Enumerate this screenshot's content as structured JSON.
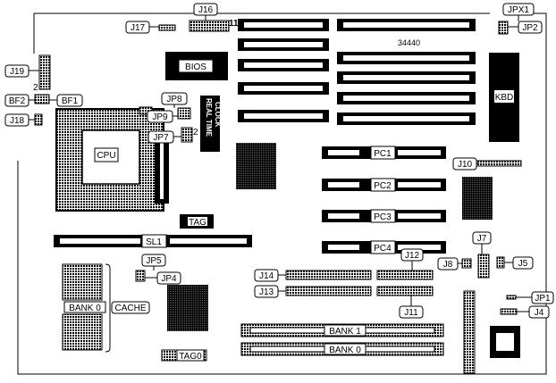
{
  "board_number": "34440",
  "pin_marker_j16": "11",
  "pin_marker_jp7": "2",
  "pin_marker_j19": "2",
  "chips": {
    "bios": "BIOS",
    "kbd": "KBD",
    "cpu": "CPU",
    "tag": "TAG",
    "tag0": "TAG0",
    "rtc_line1": "REAL TIME",
    "rtc_line2": "CLOCK"
  },
  "slots": {
    "pc1": "PC1",
    "pc2": "PC2",
    "pc3": "PC3",
    "pc4": "PC4",
    "sl1": "SL1",
    "bank1": "BANK 1",
    "bank0": "BANK 0"
  },
  "callouts": {
    "j16": "J16",
    "jpx1": "JPX1",
    "jp2": "JP2",
    "j17": "J17",
    "j19": "J19",
    "bf2": "BF2",
    "bf1": "BF1",
    "j18": "J18",
    "jp8": "JP8",
    "jp9": "JP9",
    "jp7": "JP7",
    "j10": "J10",
    "j7": "J7",
    "j8": "J8",
    "j5": "J5",
    "j12": "J12",
    "j14": "J14",
    "j13": "J13",
    "j11": "J11",
    "jp5": "JP5",
    "jp4": "JP4",
    "bank0": "BANK 0",
    "cache": "CACHE",
    "jp1": "JP1",
    "j4": "J4"
  }
}
